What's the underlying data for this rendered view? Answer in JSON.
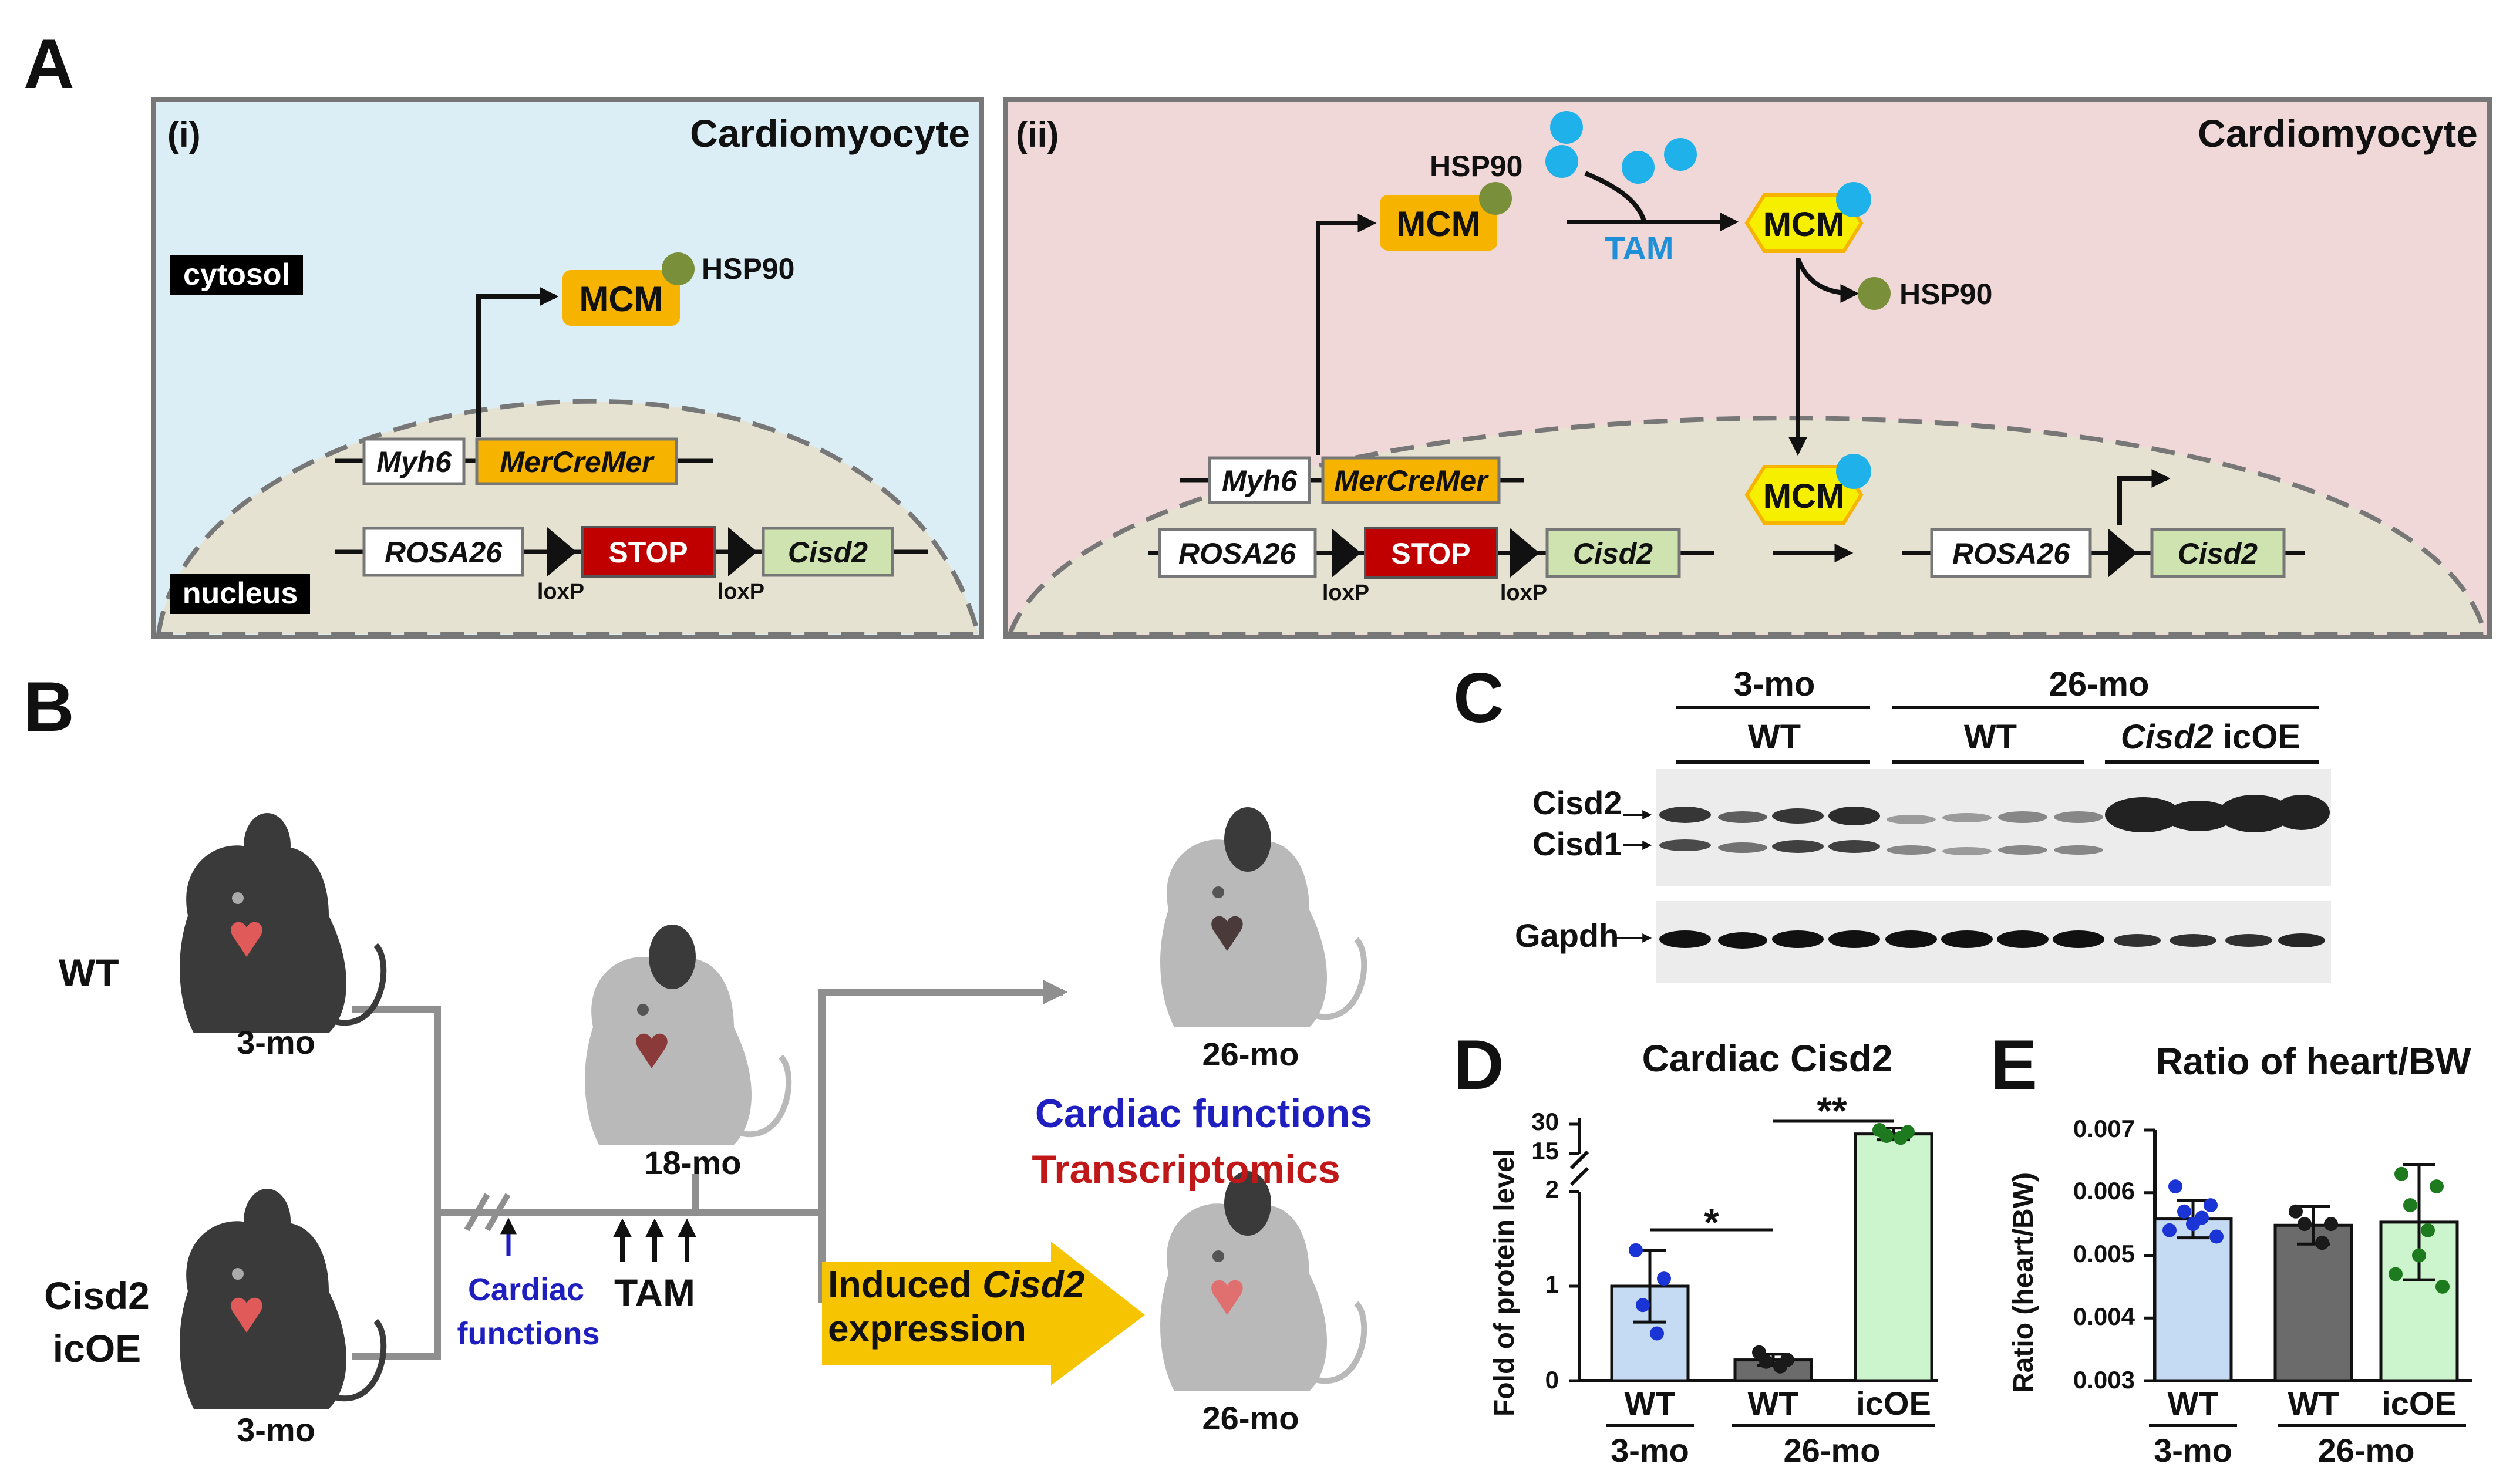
{
  "panelA": {
    "letter": "A",
    "left": {
      "tag": "(i)",
      "cell": "Cardiomyocyte",
      "cytosol": "cytosol",
      "nucleus": "nucleus",
      "mcm": "MCM",
      "hsp90": "HSP90",
      "myh6": "Myh6",
      "mercremer": "MerCreMer",
      "rosa26": "ROSA26",
      "stop": "STOP",
      "cisd2": "Cisd2",
      "loxp1": "loxP",
      "loxp2": "loxP"
    },
    "right": {
      "tag": "(ii)",
      "cell": "Cardiomyocyte",
      "hsp90_a": "HSP90",
      "hsp90_b": "HSP90",
      "mcm1": "MCM",
      "mcm2": "MCM",
      "mcm3": "MCM",
      "tam": "TAM",
      "myh6": "Myh6",
      "mercremer": "MerCreMer",
      "rosa26_a": "ROSA26",
      "stop": "STOP",
      "cisd2_a": "Cisd2",
      "loxp1": "loxP",
      "loxp2": "loxP",
      "rosa26_b": "ROSA26",
      "cisd2_b": "Cisd2"
    }
  },
  "panelB": {
    "letter": "B",
    "wt": "WT",
    "cisd2_line1": "Cisd2",
    "cisd2_line2": "icOE",
    "age_wt": "3-mo",
    "age_icoe": "3-mo",
    "age_mid": "18-mo",
    "age_out1": "26-mo",
    "age_out2": "26-mo",
    "cardiac_line1": "Cardiac",
    "cardiac_line2": "functions",
    "tam": "TAM",
    "out_cardiac": "Cardiac functions",
    "out_transcript": "Transcriptomics",
    "induced_line1_a": "Induced ",
    "induced_line1_b": "Cisd2",
    "induced_line2": "expression",
    "colors": {
      "blue": "#1f1fbf",
      "red": "#c01818",
      "arrow": "#f6c400"
    }
  },
  "panelC": {
    "letter": "C",
    "age1": "3-mo",
    "age2": "26-mo",
    "grp1": "WT",
    "grp2": "WT",
    "grp3_a": "Cisd2",
    "grp3_b": " icOE",
    "row1a": "Cisd2",
    "row1b": "Cisd1",
    "row2": "Gapdh"
  },
  "panelD": {
    "letter": "D",
    "title": "Cardiac Cisd2",
    "ylabel": "Fold of protein level",
    "yticks": [
      "30",
      "15",
      "2",
      "1",
      "0"
    ],
    "sig1": "*",
    "sig2": "**",
    "xlabels": [
      "WT",
      "WT",
      "icOE"
    ],
    "grp_labels": [
      "3-mo",
      "26-mo"
    ]
  },
  "panelE": {
    "letter": "E",
    "title": "Ratio of heart/BW",
    "ylabel": "Ratio (heart/BW)",
    "yticks": [
      "0.007",
      "0.006",
      "0.005",
      "0.004",
      "0.003"
    ],
    "xlabels": [
      "WT",
      "WT",
      "icOE"
    ],
    "grp_labels": [
      "3-mo",
      "26-mo"
    ]
  },
  "chart_data": [
    {
      "type": "bar",
      "title": "Cardiac Cisd2",
      "ylabel": "Fold of protein level",
      "categories": [
        "WT 3-mo",
        "WT 26-mo",
        "icOE 26-mo"
      ],
      "values": [
        1.0,
        0.22,
        25
      ],
      "errors": [
        0.38,
        0.06,
        3
      ],
      "points": [
        [
          1.38,
          1.08,
          0.8,
          0.5
        ],
        [
          0.3,
          0.22,
          0.2,
          0.15
        ],
        [
          27,
          26,
          24,
          23
        ]
      ],
      "colors": [
        "#c5daf3",
        "#6b6b6b",
        "#cdf5cd"
      ],
      "point_colors": [
        "#1a34d6",
        "#1a1a1a",
        "#1e7a1e"
      ],
      "ylim": [
        0,
        30
      ],
      "broken_axis": true
    },
    {
      "type": "bar",
      "title": "Ratio of heart/BW",
      "ylabel": "Ratio (heart/BW)",
      "categories": [
        "WT 3-mo",
        "WT 26-mo",
        "icOE 26-mo"
      ],
      "values": [
        0.00558,
        0.00548,
        0.00553
      ],
      "errors": [
        0.0003,
        0.0003,
        0.00092
      ],
      "points": [
        [
          0.0061,
          0.0058,
          0.0057,
          0.0056,
          0.0055,
          0.0054,
          0.0053
        ],
        [
          0.0057,
          0.0055,
          0.0055,
          0.0052
        ],
        [
          0.0063,
          0.0061,
          0.0058,
          0.0054,
          0.005,
          0.0047,
          0.0045
        ]
      ],
      "colors": [
        "#c5daf3",
        "#6b6b6b",
        "#cdf5cd"
      ],
      "point_colors": [
        "#1a34d6",
        "#1a1a1a",
        "#1e7a1e"
      ],
      "ylim": [
        0.003,
        0.007
      ]
    }
  ]
}
